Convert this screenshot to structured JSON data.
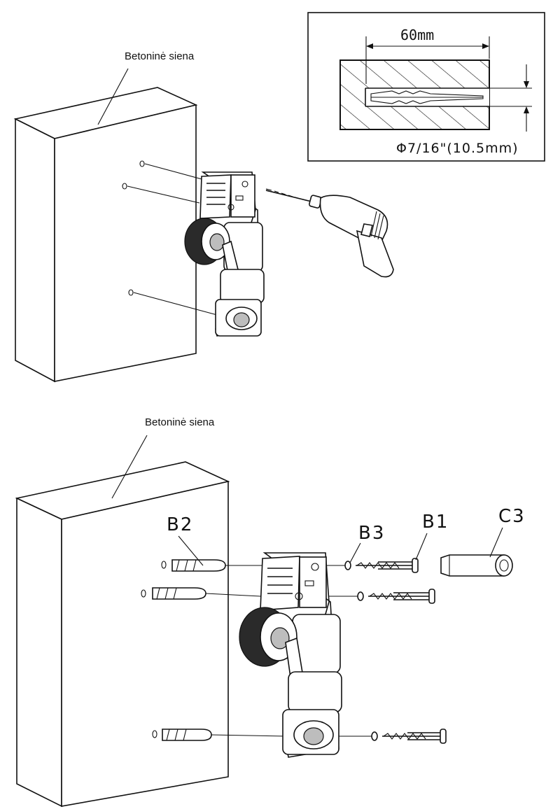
{
  "top_figure": {
    "wall_label": "Betoninė siena",
    "inset": {
      "depth_label": "60mm",
      "diameter_label": "Φ7/16\"(10.5mm)"
    }
  },
  "bottom_figure": {
    "wall_label": "Betoninė siena",
    "parts": {
      "b2": "B2",
      "b3": "B3",
      "b1": "B1",
      "c3": "C3"
    }
  }
}
